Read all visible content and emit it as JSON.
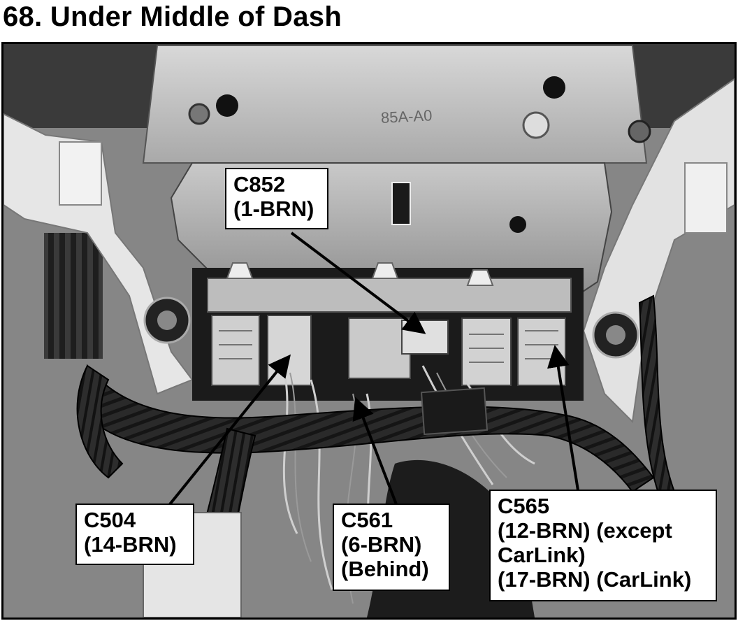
{
  "header": {
    "title": "68.  Under Middle of Dash"
  },
  "photo": {
    "stamp_text": "85A-A0",
    "callouts": {
      "c852": {
        "lines": [
          "C852",
          "(1-BRN)"
        ]
      },
      "c504": {
        "lines": [
          "C504",
          "(14-BRN)"
        ]
      },
      "c561": {
        "lines": [
          "C561",
          "(6-BRN)",
          "(Behind)"
        ]
      },
      "c565": {
        "lines": [
          "C565",
          "(12-BRN) (except",
          "CarLink)",
          "(17-BRN) (CarLink)"
        ]
      }
    }
  }
}
